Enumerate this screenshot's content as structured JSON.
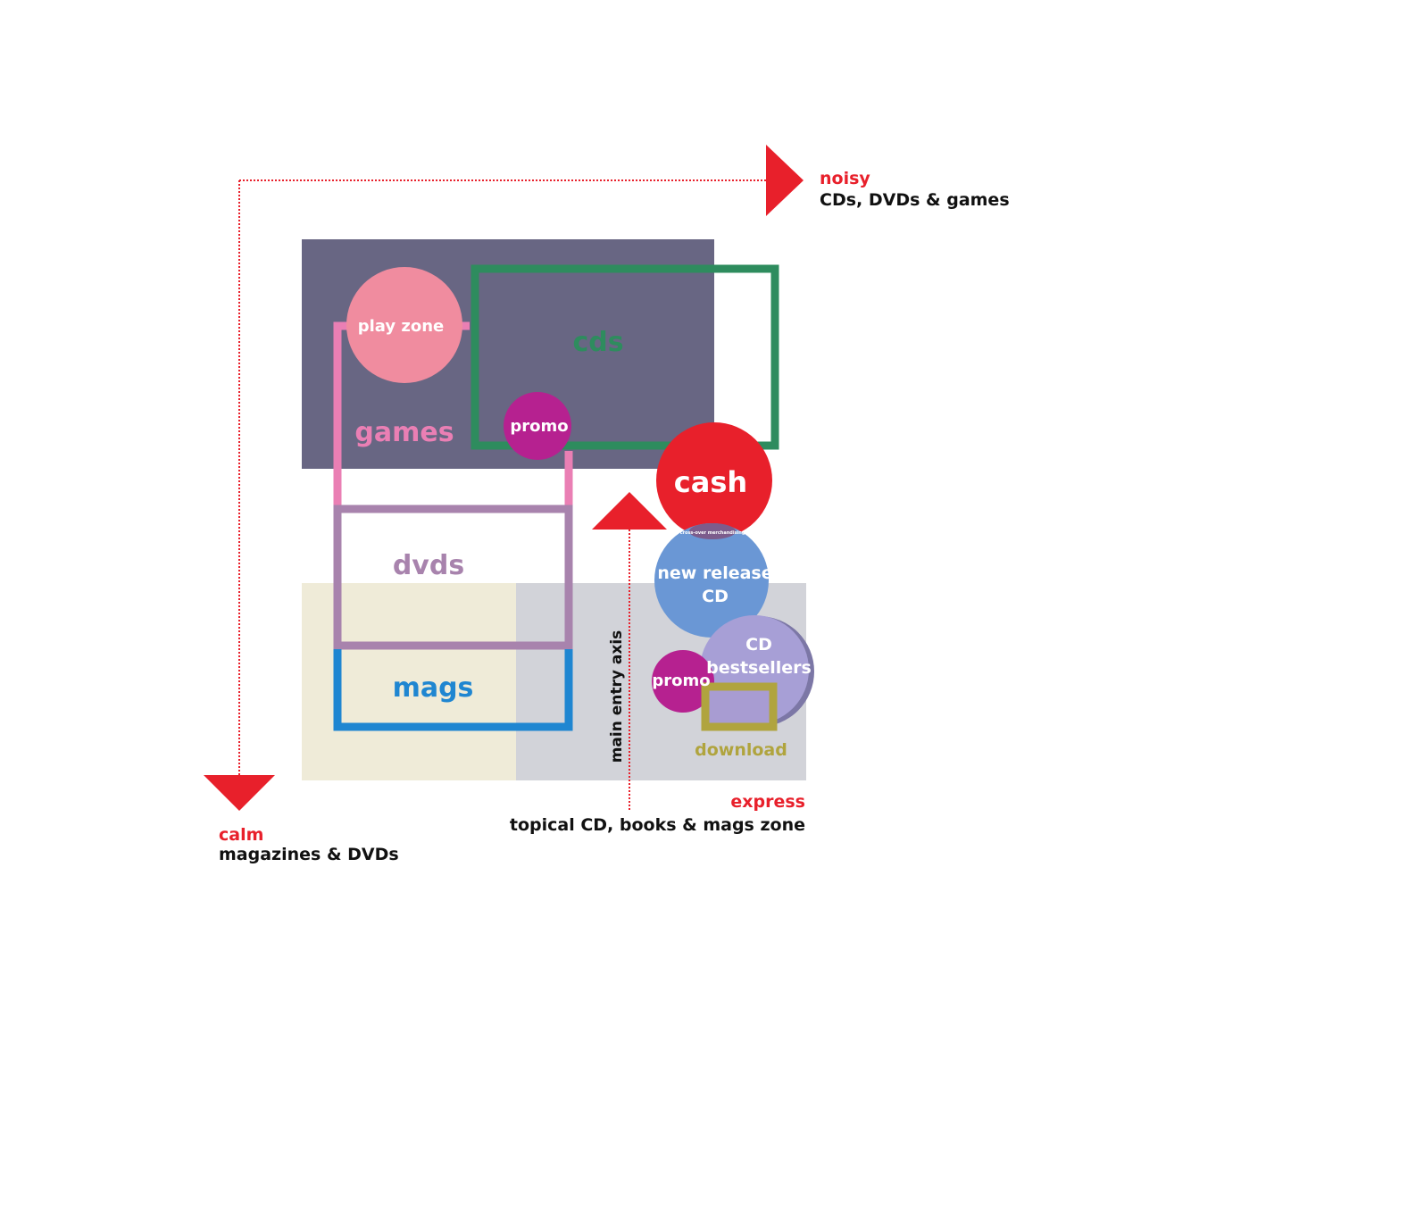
{
  "colors": {
    "axis_red": "#e8202b",
    "games_zone": "#686683",
    "cds_frame": "#2e8c5e",
    "pink_frame": "#ea7fb4",
    "play_zone": "#f08c9f",
    "promo": "#b62190",
    "cash": "#e8202b",
    "dvds_frame": "#a883ad",
    "mags_frame": "#1f86d1",
    "calm_zone": "#efebd8",
    "express_zone": "#d2d3d9",
    "new_release": "#6a97d5",
    "bestsellers": "#a79fd6",
    "bestsellers_shadow": "#7c77a6",
    "download": "#b0a43e",
    "download_fill": "#a89cd2",
    "cross_over": "#7c5c8c",
    "text_dark": "#111111",
    "text_white": "#ffffff"
  },
  "axes": {
    "noisy_title": "noisy",
    "noisy_sub": "CDs, DVDs & games",
    "calm_title": "calm",
    "calm_sub": "magazines & DVDs",
    "express_title": "express",
    "express_sub": "topical CD, books & mags zone",
    "entry_label": "main entry axis"
  },
  "zones": {
    "play_zone": "play zone",
    "cds": "cds",
    "games": "games",
    "promo_top": "promo",
    "cash": "cash",
    "cross_over": "cross-over merchandising",
    "dvds": "dvds",
    "new_release_1": "new release",
    "new_release_2": "CD",
    "bestsellers_1": "CD",
    "bestsellers_2": "bestsellers",
    "promo_bottom": "promo",
    "mags": "mags",
    "download": "download"
  }
}
